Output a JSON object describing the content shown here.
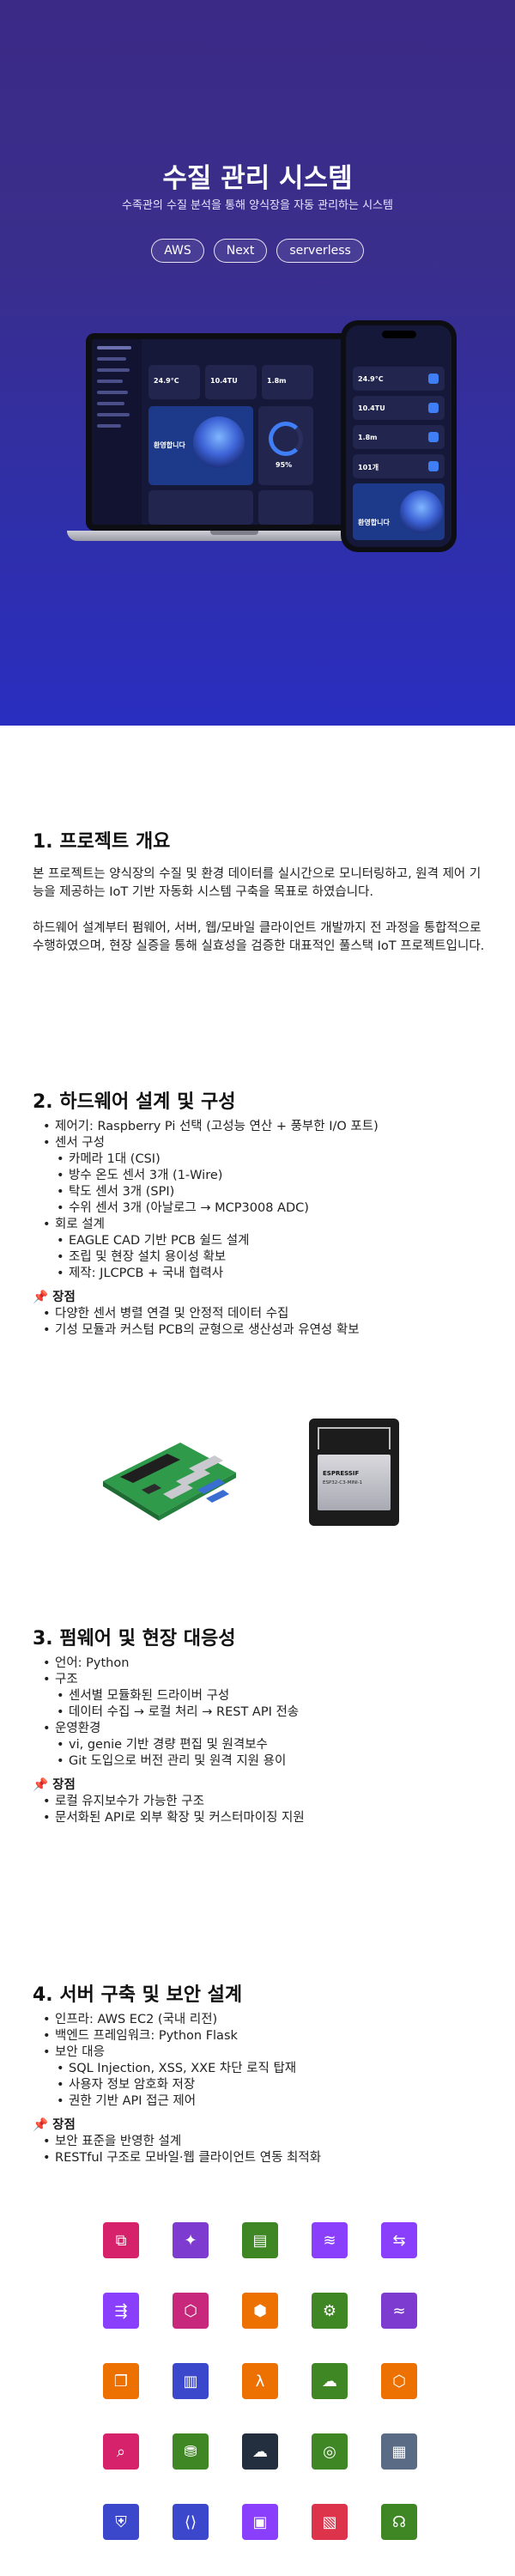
{
  "hero": {
    "title": "수질 관리 시스템",
    "subtitle": "수족관의 수질 분석을 통해 양식장을 자동 관리하는 시스템",
    "tags": [
      "AWS",
      "Next",
      "serverless"
    ]
  },
  "mockup": {
    "temp": "24.9°C",
    "ph": "10.4TU",
    "tds": "1.8m",
    "gauge": "95%",
    "welcome": "환영합니다",
    "phone_temp": "24.9°C",
    "phone_ph": "10.4TU",
    "phone_tds": "1.8m",
    "phone_count": "101개"
  },
  "sections": {
    "overview": {
      "title": "1. 프로젝트 개요",
      "p1": "본 프로젝트는 양식장의 수질 및 환경 데이터를 실시간으로 모니터링하고, 원격 제어 기능을 제공하는 IoT 기반 자동화 시스템 구축을 목표로 하였습니다.",
      "p2": "하드웨어 설계부터 펌웨어, 서버, 웹/모바일 클라이언트 개발까지 전 과정을 통합적으로 수행하였으며, 현장 실증을 통해 실효성을 검증한 대표적인 풀스택 IoT 프로젝트입니다."
    },
    "hardware": {
      "title": "2. 하드웨어 설계 및 구성",
      "items": [
        "제어기: Raspberry Pi 선택 (고성능 연산 + 풍부한 I/O 포트)",
        "센서 구성",
        "카메라 1대 (CSI)",
        "방수 온도 센서 3개 (1-Wire)",
        "탁도 센서 3개 (SPI)",
        "수위 센서 3개 (아날로그 → MCP3008 ADC)",
        "회로 설계",
        "EAGLE CAD 기반 PCB 쉴드 설계",
        "조립 및 현장 설치 용이성 확보",
        "제작: JLCPCB + 국내 협력사"
      ],
      "pros_title": "📌 장점",
      "pros": [
        "다양한 센서 병렬 연결 및 안정적 데이터 수집",
        "기성 모듈과 커스텀 PCB의 균형으로 생산성과 유연성 확보"
      ],
      "chip_logo": "ESPRESSIF",
      "chip_model": "ESP32-C3-MINI-1"
    },
    "firmware": {
      "title": "3. 펌웨어 및 현장 대응성",
      "items": [
        "언어: Python",
        "구조",
        "센서별 모듈화된 드라이버 구성",
        "데이터 수집 → 로컬 처리 → REST API 전송",
        "운영환경",
        "vi, genie 기반 경량 편집 및 원격보수",
        "Git 도입으로 버전 관리 및 원격 지원 용이"
      ],
      "pros_title": "📌 장점",
      "pros": [
        "로컬 유지보수가 가능한 구조",
        "문서화된 API로 외부 확장 및 커스터마이징 지원"
      ]
    },
    "server": {
      "title": "4. 서버 구축 및 보안 설계",
      "items": [
        "인프라: AWS EC2 (국내 리전)",
        "백엔드 프레임워크: Python Flask",
        "보안 대응",
        "SQL Injection, XSS, XXE 차단 로직 탑재",
        "사용자 정보 암호화 저장",
        "권한 기반 API 접근 제어"
      ],
      "pros_title": "📌 장점",
      "pros": [
        "보안 표준을 반영한 설계",
        "RESTful 구조로 모바일·웹 클라이언트 연동 최적화"
      ]
    }
  },
  "aws_icons": [
    {
      "name": "api-gateway-icon",
      "color": "#d6226b",
      "glyph": "⧉"
    },
    {
      "name": "lambda-icon",
      "color": "#7d3ccf",
      "glyph": "✦"
    },
    {
      "name": "app-icon",
      "color": "#3f8624",
      "glyph": "▤"
    },
    {
      "name": "database-icon",
      "color": "#8a3ffc",
      "glyph": "≋"
    },
    {
      "name": "network-icon",
      "color": "#8a3ffc",
      "glyph": "⇆"
    },
    {
      "name": "streams-icon",
      "color": "#8a3ffc",
      "glyph": "⇶"
    },
    {
      "name": "eventbridge-icon",
      "color": "#c7287b",
      "glyph": "⬡"
    },
    {
      "name": "compute-icon",
      "color": "#ed7100",
      "glyph": "⬢"
    },
    {
      "name": "robot-icon",
      "color": "#3f8624",
      "glyph": "⚙"
    },
    {
      "name": "wave-icon",
      "color": "#7d3ccf",
      "glyph": "≈"
    },
    {
      "name": "copy-icon",
      "color": "#ed7100",
      "glyph": "❐"
    },
    {
      "name": "storage-icon",
      "color": "#3b48cc",
      "glyph": "▥"
    },
    {
      "name": "function-icon",
      "color": "#ed7100",
      "glyph": "λ"
    },
    {
      "name": "cloud-icon",
      "color": "#3f8624",
      "glyph": "☁"
    },
    {
      "name": "hexagon-icon",
      "color": "#ed7100",
      "glyph": "⬡"
    },
    {
      "name": "search-icon",
      "color": "#d6226b",
      "glyph": "⌕"
    },
    {
      "name": "bucket-icon",
      "color": "#3f8624",
      "glyph": "⛃"
    },
    {
      "name": "cloud-dark-icon",
      "color": "#232f3e",
      "glyph": "☁"
    },
    {
      "name": "target-icon",
      "color": "#3f8624",
      "glyph": "◎"
    },
    {
      "name": "server-icon",
      "color": "#5a6b86",
      "glyph": "▦"
    },
    {
      "name": "shield-icon",
      "color": "#3b48cc",
      "glyph": "⛨"
    },
    {
      "name": "code-icon",
      "color": "#3b48cc",
      "glyph": "⟨⟩"
    },
    {
      "name": "monitor-icon",
      "color": "#8a3ffc",
      "glyph": "▣"
    },
    {
      "name": "firewall-icon",
      "color": "#dd344c",
      "glyph": "▧"
    },
    {
      "name": "headset-icon",
      "color": "#3f8624",
      "glyph": "☊"
    }
  ]
}
